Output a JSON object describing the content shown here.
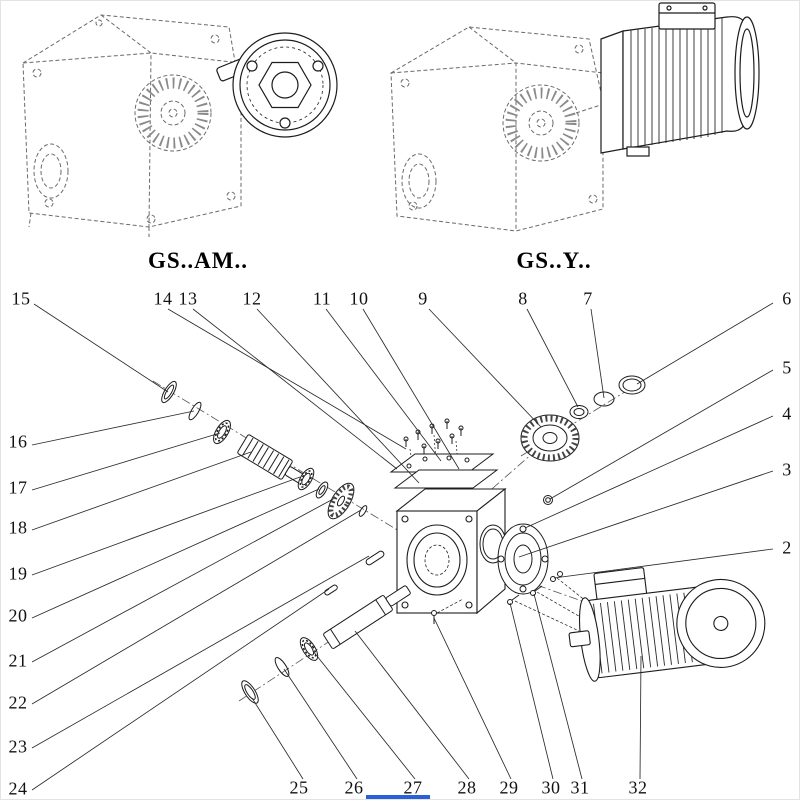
{
  "variants": {
    "left_label": "GS..AM..",
    "right_label": "GS..Y.."
  },
  "callouts": [
    {
      "n": "15"
    },
    {
      "n": "14"
    },
    {
      "n": "13"
    },
    {
      "n": "12"
    },
    {
      "n": "11"
    },
    {
      "n": "10"
    },
    {
      "n": "9"
    },
    {
      "n": "8"
    },
    {
      "n": "7"
    },
    {
      "n": "6"
    },
    {
      "n": "16"
    },
    {
      "n": "17"
    },
    {
      "n": "18"
    },
    {
      "n": "19"
    },
    {
      "n": "20"
    },
    {
      "n": "21"
    },
    {
      "n": "22"
    },
    {
      "n": "23"
    },
    {
      "n": "24"
    },
    {
      "n": "5"
    },
    {
      "n": "4"
    },
    {
      "n": "3"
    },
    {
      "n": "2"
    },
    {
      "n": "25"
    },
    {
      "n": "26"
    },
    {
      "n": "27"
    },
    {
      "n": "28"
    },
    {
      "n": "29"
    },
    {
      "n": "30"
    },
    {
      "n": "31"
    },
    {
      "n": "32"
    }
  ],
  "colors": {
    "solid_line": "#1c1c1c",
    "phantom_line": "#6a6a6a",
    "accent_blue": "#2b5fd9"
  }
}
